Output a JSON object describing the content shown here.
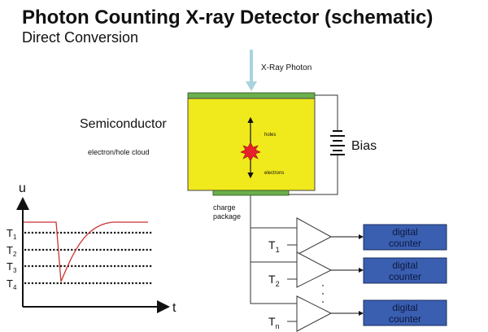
{
  "title": "Photon Counting X-ray Detector (schematic)",
  "subtitle": "Direct Conversion",
  "photon_label": "X-Ray Photon",
  "semiconductor_label": "Semiconductor",
  "cloud_label": "electron/hole cloud",
  "holes_label": "holes",
  "electrons_label": "electrons",
  "bias_label": "Bias",
  "charge_label_1": "charge",
  "charge_label_2": "package",
  "graph": {
    "y_label": "u",
    "x_label": "t",
    "thresholds": [
      {
        "main": "T",
        "sub": "1"
      },
      {
        "main": "T",
        "sub": "2"
      },
      {
        "main": "T",
        "sub": "3"
      },
      {
        "main": "T",
        "sub": "4"
      }
    ]
  },
  "channels": [
    {
      "t_main": "T",
      "t_sub": "1",
      "counter_1": "digital",
      "counter_2": "counter"
    },
    {
      "t_main": "T",
      "t_sub": "2",
      "counter_1": "digital",
      "counter_2": "counter"
    },
    {
      "t_main": "T",
      "t_sub": "n",
      "counter_1": "digital",
      "counter_2": "counter"
    }
  ],
  "colors": {
    "semiconductor": "#f0e91c",
    "electrode": "#6ab04c",
    "counter": "#3a5eb0",
    "photon_arrow": "#a9d4de",
    "signal": "#cc3333",
    "spark": "#e8202a"
  }
}
